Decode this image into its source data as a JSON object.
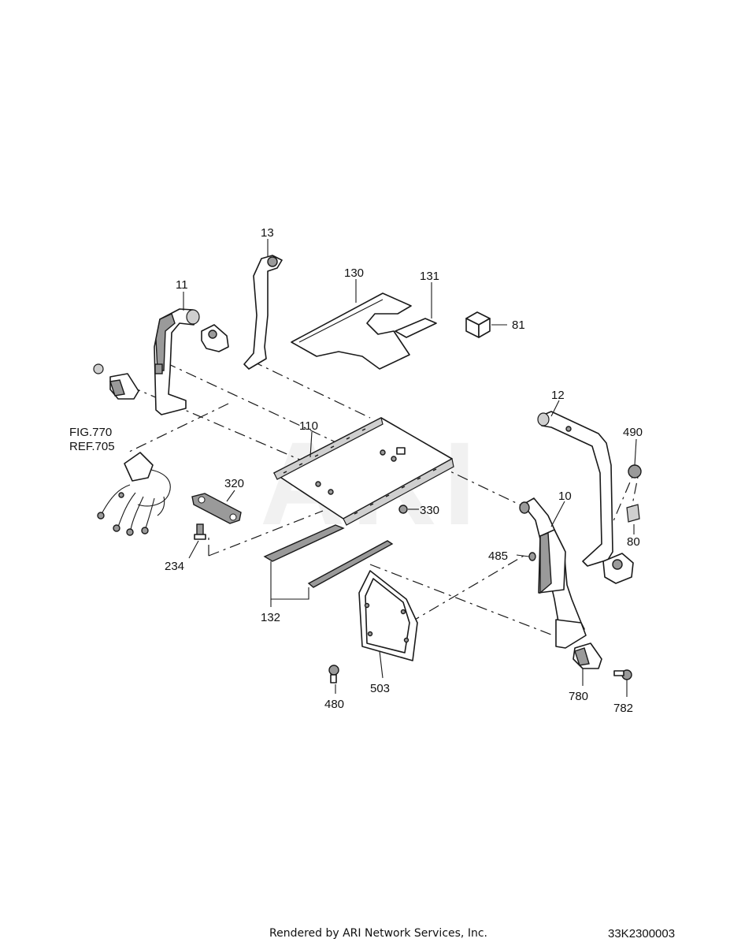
{
  "watermark": "ARI",
  "callouts": {
    "c11": "11",
    "c13": "13",
    "c130": "130",
    "c131": "131",
    "c81": "81",
    "c12": "12",
    "c490": "490",
    "c110": "110",
    "c320": "320",
    "c330": "330",
    "c10": "10",
    "c80": "80",
    "c485": "485",
    "c234": "234",
    "c132": "132",
    "c503": "503",
    "c480": "480",
    "c780": "780",
    "c782": "782"
  },
  "reference": {
    "fig": "FIG.770",
    "ref": "REF.705"
  },
  "footer": {
    "credit": "Rendered by ARI Network Services, Inc.",
    "diagram_id": "33K2300003"
  }
}
